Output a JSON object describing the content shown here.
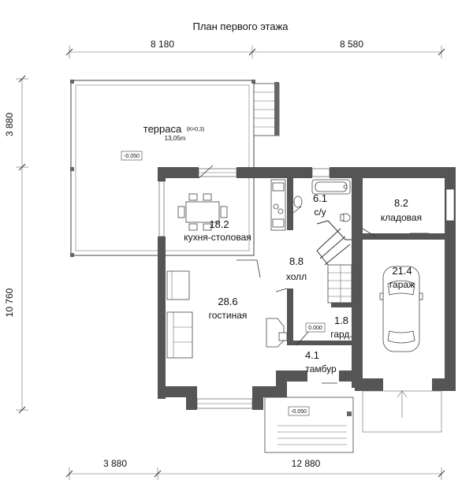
{
  "title": "План первого этажа",
  "dimensions": {
    "top_left": "8 180",
    "top_right": "8 580",
    "bottom_left": "3 880",
    "bottom_right": "12 880",
    "left_top": "3 880",
    "left_main": "10 760"
  },
  "terrace": {
    "name": "терраса",
    "coef": "(К=0,3)",
    "area": "13,05m",
    "level": "-0.050"
  },
  "rooms": {
    "kitchen": {
      "area": "18.2",
      "name": "кухня-столовая"
    },
    "wc": {
      "area": "6.1",
      "name": "с/у"
    },
    "storage": {
      "area": "8.2",
      "name": "кладовая"
    },
    "hall": {
      "area": "8.8",
      "name": "холл"
    },
    "garage": {
      "area": "21.4",
      "name": "гараж"
    },
    "living": {
      "area": "28.6",
      "name": "гостиная"
    },
    "wardrobe": {
      "area": "1.8",
      "name": "гард."
    },
    "vestibule": {
      "area": "4.1",
      "name": "тамбур"
    }
  },
  "levels": {
    "interior": "0.000",
    "porch": "-0.050"
  }
}
